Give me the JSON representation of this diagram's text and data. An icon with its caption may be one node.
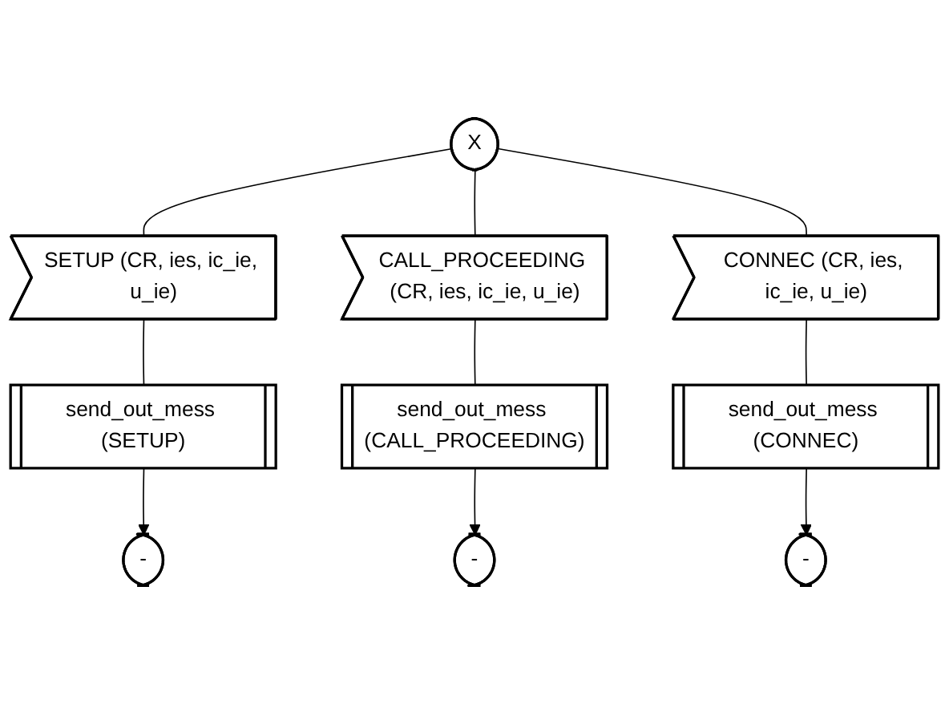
{
  "diagram": {
    "nodes": [
      {
        "text": [
          "X"
        ]
      },
      {
        "text": [
          "SETUP (CR, ies, ic_ie, u_ie)"
        ]
      },
      {
        "text": [
          "CALL_PROCEEDING (CR, ies, ic_ie, u_ie)"
        ]
      },
      {
        "text": [
          "CONNEC (CR, ies, ic_ie, u_ie)"
        ]
      },
      {
        "text": [
          "send_out_mess (SETUP)"
        ]
      },
      {
        "text": [
          "send_out_mess (CALL_PROCEEDING)"
        ]
      },
      {
        "text": [
          "send_out_mess (CONNEC)"
        ]
      },
      {
        "text": [
          "-"
        ]
      },
      {
        "text": [
          "-"
        ]
      },
      {
        "text": [
          "-"
        ]
      }
    ],
    "edges": [
      {
        "from": 0,
        "to": 1,
        "arrow": "none"
      },
      {
        "from": 0,
        "to": 2,
        "arrow": "none"
      },
      {
        "from": 0,
        "to": 3,
        "arrow": "none"
      },
      {
        "from": 1,
        "to": 4,
        "arrow": "none"
      },
      {
        "from": 2,
        "to": 5,
        "arrow": "none"
      },
      {
        "from": 3,
        "to": 6,
        "arrow": "none"
      },
      {
        "from": 4,
        "to": 7,
        "arrow": "to"
      },
      {
        "from": 5,
        "to": 8,
        "arrow": "to"
      },
      {
        "from": 6,
        "to": 9,
        "arrow": "to"
      }
    ]
  }
}
